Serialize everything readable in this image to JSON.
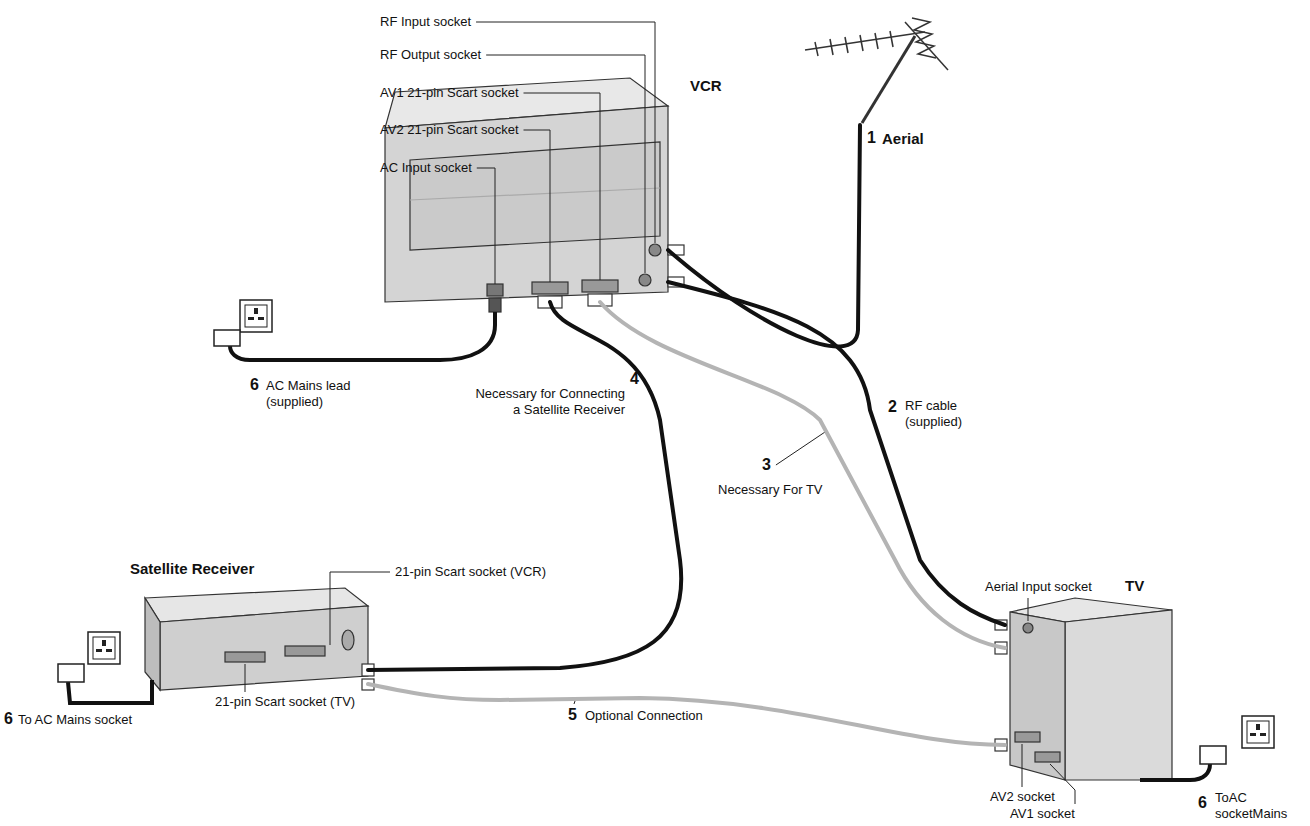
{
  "diagram": {
    "nodes": [
      {
        "text": [
          "VCR"
        ]
      },
      {
        "text": [
          "Aerial"
        ]
      },
      {
        "text": [
          "Satellite Receiver"
        ]
      },
      {
        "text": [
          "TV"
        ]
      }
    ],
    "edges": [
      {
        "from": 1,
        "to": 0,
        "arrow": "none"
      },
      {
        "from": 0,
        "to": 3,
        "label": "RF cable (supplied)",
        "arrow": "none"
      },
      {
        "from": 0,
        "to": 3,
        "label": "Necessary For TV",
        "arrow": "none"
      },
      {
        "from": 0,
        "to": 2,
        "label": "Necessary for Connecting a Satellite Receiver",
        "arrow": "none"
      },
      {
        "from": 2,
        "to": 3,
        "label": "Optional Connection",
        "arrow": "none"
      }
    ],
    "labels": [
      "RF Input socket",
      "RF Output socket",
      "AV1 21-pin Scart socket",
      "AV2 21-pin Scart socket",
      "AC Input socket",
      "1",
      "6",
      "AC Mains lead (supplied)",
      "4",
      "2",
      "3",
      "21-pin Scart socket (VCR)",
      "Aerial Input socket",
      "6",
      "To AC Mains socket",
      "21-pin Scart socket (TV)",
      "5",
      "AV2 socket",
      "AV1 socket",
      "6",
      "ToAC socketMains"
    ]
  }
}
